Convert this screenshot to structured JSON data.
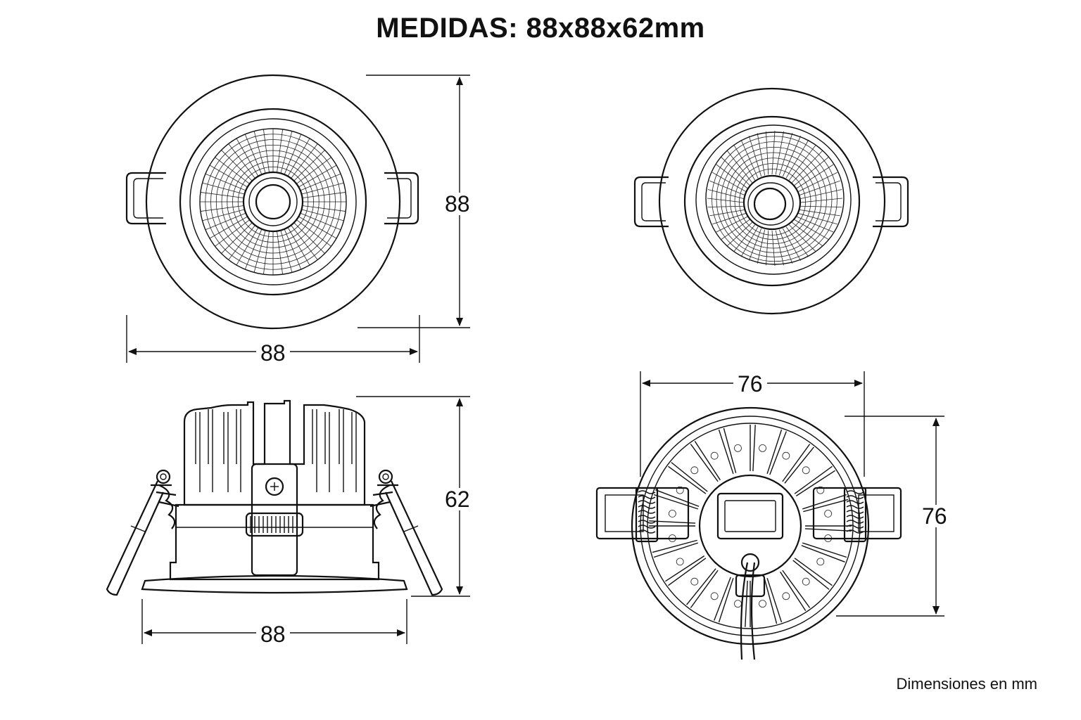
{
  "title": "MEDIDAS: 88x88x62mm",
  "footnote": "Dimensiones en mm",
  "dimensions": {
    "front_height": "88",
    "front_width": "88",
    "side_height": "62",
    "side_width": "88",
    "back_width": "76",
    "back_height": "76"
  },
  "views": [
    "front-view",
    "front-view-tilted",
    "side-view",
    "back-view"
  ]
}
